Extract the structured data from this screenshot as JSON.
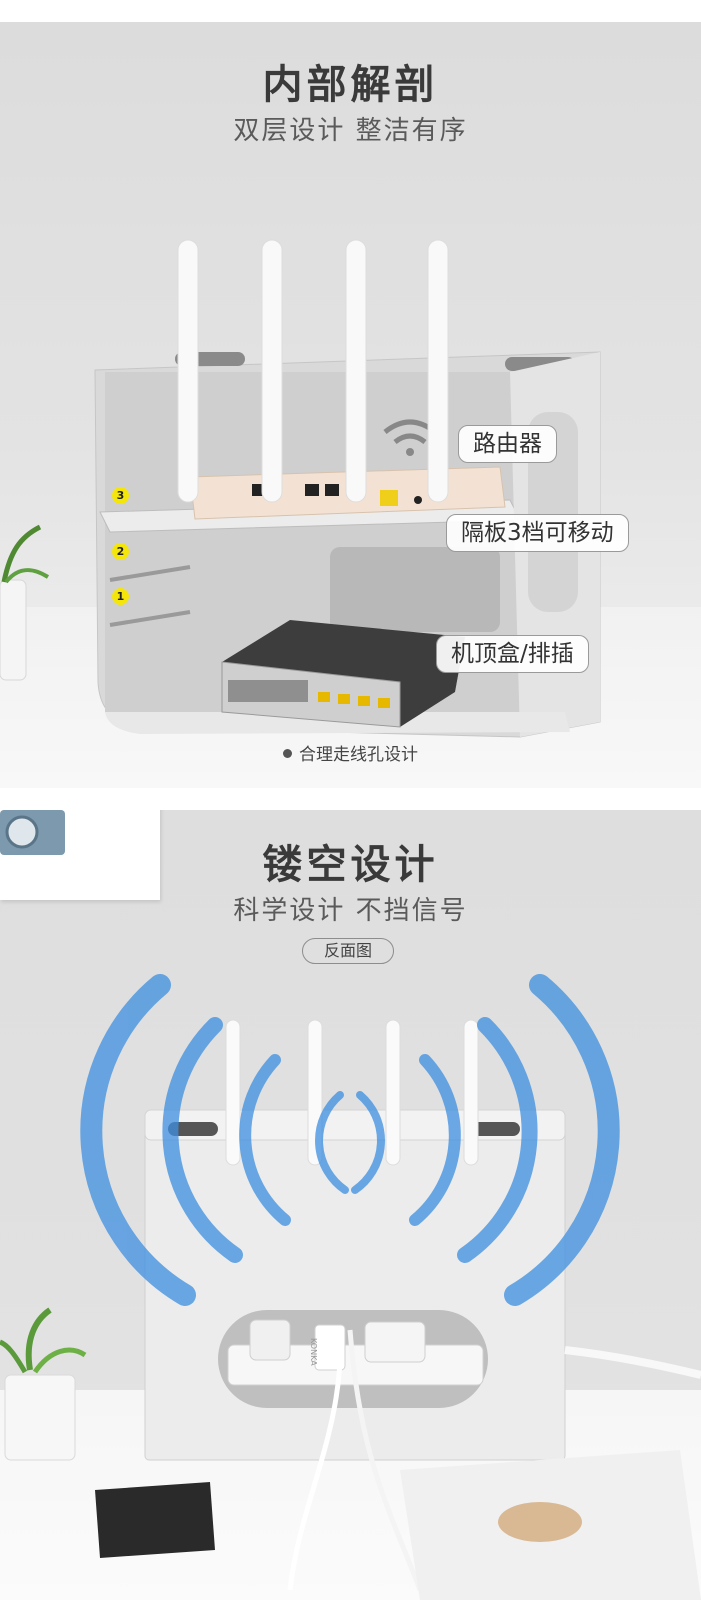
{
  "section1": {
    "title": "内部解剖",
    "subtitle": "双层设计  整洁有序",
    "callouts": {
      "router": "路由器",
      "shelf": "隔板3档可移动",
      "settop": "机顶盒/排插"
    },
    "badges": [
      "3",
      "2",
      "1"
    ],
    "note": "合理走线孔设计"
  },
  "section2": {
    "title": "镂空设计",
    "subtitle": "科学设计 不挡信号",
    "pill": "反面图",
    "outlet_brand": "KONKA"
  },
  "colors": {
    "badge": "#f5e60a",
    "wave": "#3d8fe0",
    "plant": "#5a9a3a",
    "router": "#f3e2d3"
  }
}
